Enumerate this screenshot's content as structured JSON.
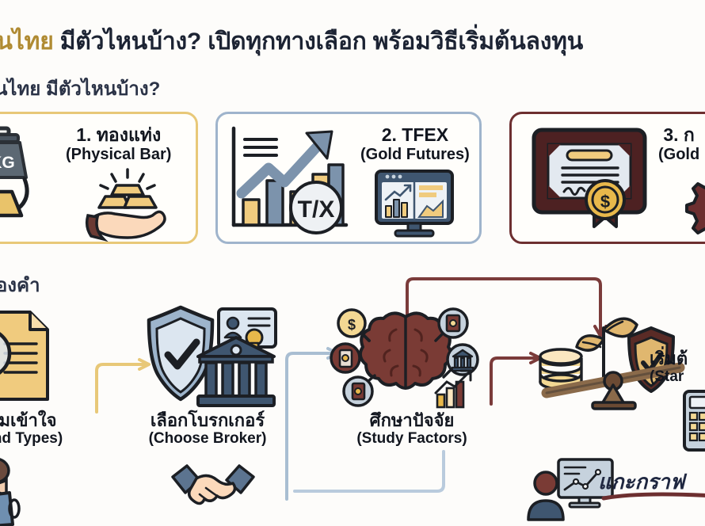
{
  "header": {
    "title_gold": "องคำในไทย",
    "title_dark": "มีตัวไหนบ้าง? เปิดทุกทางเลือก พร้อมวิธีเริ่มต้นลงทุน",
    "subtitle": "งคำในไทย มีตัวไหนบ้าง?"
  },
  "cards": [
    {
      "number": "1.",
      "title_th": "1. ทองแท่ง",
      "title_en": "(Physical Bar)",
      "border_color": "#e8c878",
      "icons": [
        "gold-bars-icon",
        "kg-weight-icon",
        "hand-holding-gold-icon"
      ],
      "weight_label": "KG"
    },
    {
      "number": "2.",
      "title_th": "2. TFEX",
      "title_en": "(Gold Futures)",
      "border_color": "#9fb4cc",
      "icons": [
        "growth-chart-icon",
        "tfex-badge-icon",
        "trading-monitor-icon"
      ],
      "badge_label": "T/X"
    },
    {
      "number": "3.",
      "title_th": "3. ก",
      "title_en": "(Gold",
      "border_color": "#6d2f30",
      "icons": [
        "certificate-icon",
        "gear-dollar-icon"
      ]
    }
  ],
  "section2": {
    "title": "นลงทุนทองคำ"
  },
  "steps": [
    {
      "title_th": "มเข้าใจ",
      "title_en": "nd Types)",
      "icons": [
        "document-magnifier-icon",
        "person-reading-icon"
      ],
      "connector_color": "#e8c878"
    },
    {
      "title_th": "เลือกโบรกเกอร์",
      "title_en": "(Choose Broker)",
      "icons": [
        "shield-check-icon",
        "id-card-badge-icon",
        "bank-building-icon",
        "handshake-icon"
      ],
      "connector_color": "#9fb4cc"
    },
    {
      "title_th": "ศึกษาปัจจัย",
      "title_en": "(Study Factors)",
      "icons": [
        "brain-icon",
        "dollar-magnifier-icon",
        "oil-barrel-icon",
        "bank-circle-icon",
        "bar-chart-icon",
        "analyst-monitor-icon"
      ],
      "connector_color": "#6d2f30"
    },
    {
      "title_th": "เริ่มต้",
      "title_en": "(Star",
      "icons": [
        "balance-scale-icon",
        "coin-stack-icon",
        "plant-growth-icon",
        "shield-gold-icon",
        "calculator-icon"
      ]
    }
  ],
  "brand": {
    "name": "แกะกราฟ",
    "underline_color": "#6d2f30"
  },
  "palette": {
    "gold": "#e8b84b",
    "gold_light": "#f3d18a",
    "gold_border": "#e8c878",
    "blue_gray": "#7c93ac",
    "blue_light": "#c5d4e4",
    "dark_red": "#6d2f30",
    "brain_red": "#7a3b35",
    "ink": "#1c2333",
    "bg": "#fdfcfa"
  }
}
